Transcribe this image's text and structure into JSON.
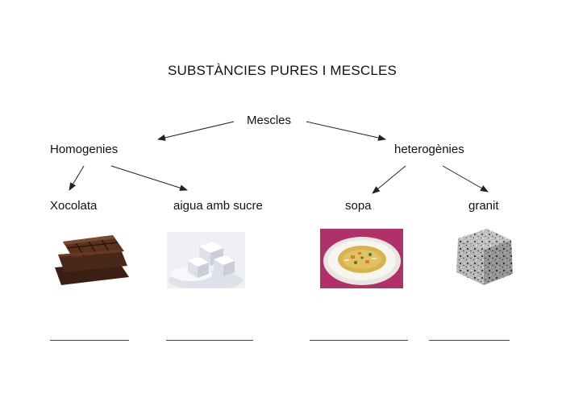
{
  "title": "SUBSTÀNCIES PURES I MESCLES",
  "root": "Mescles",
  "branches": {
    "left": "Homogenies",
    "right": "heterogènies"
  },
  "examples": [
    "Xocolata",
    "aigua amb sucre",
    "sopa",
    "granit"
  ],
  "images": [
    {
      "depicts": "chocolate-bar-icon"
    },
    {
      "depicts": "sugar-cubes-icon"
    },
    {
      "depicts": "soup-bowl-icon"
    },
    {
      "depicts": "granite-rock-icon"
    }
  ],
  "colors": {
    "text": "#111111",
    "arrow": "#222222",
    "soup_background": "#b0306a"
  }
}
